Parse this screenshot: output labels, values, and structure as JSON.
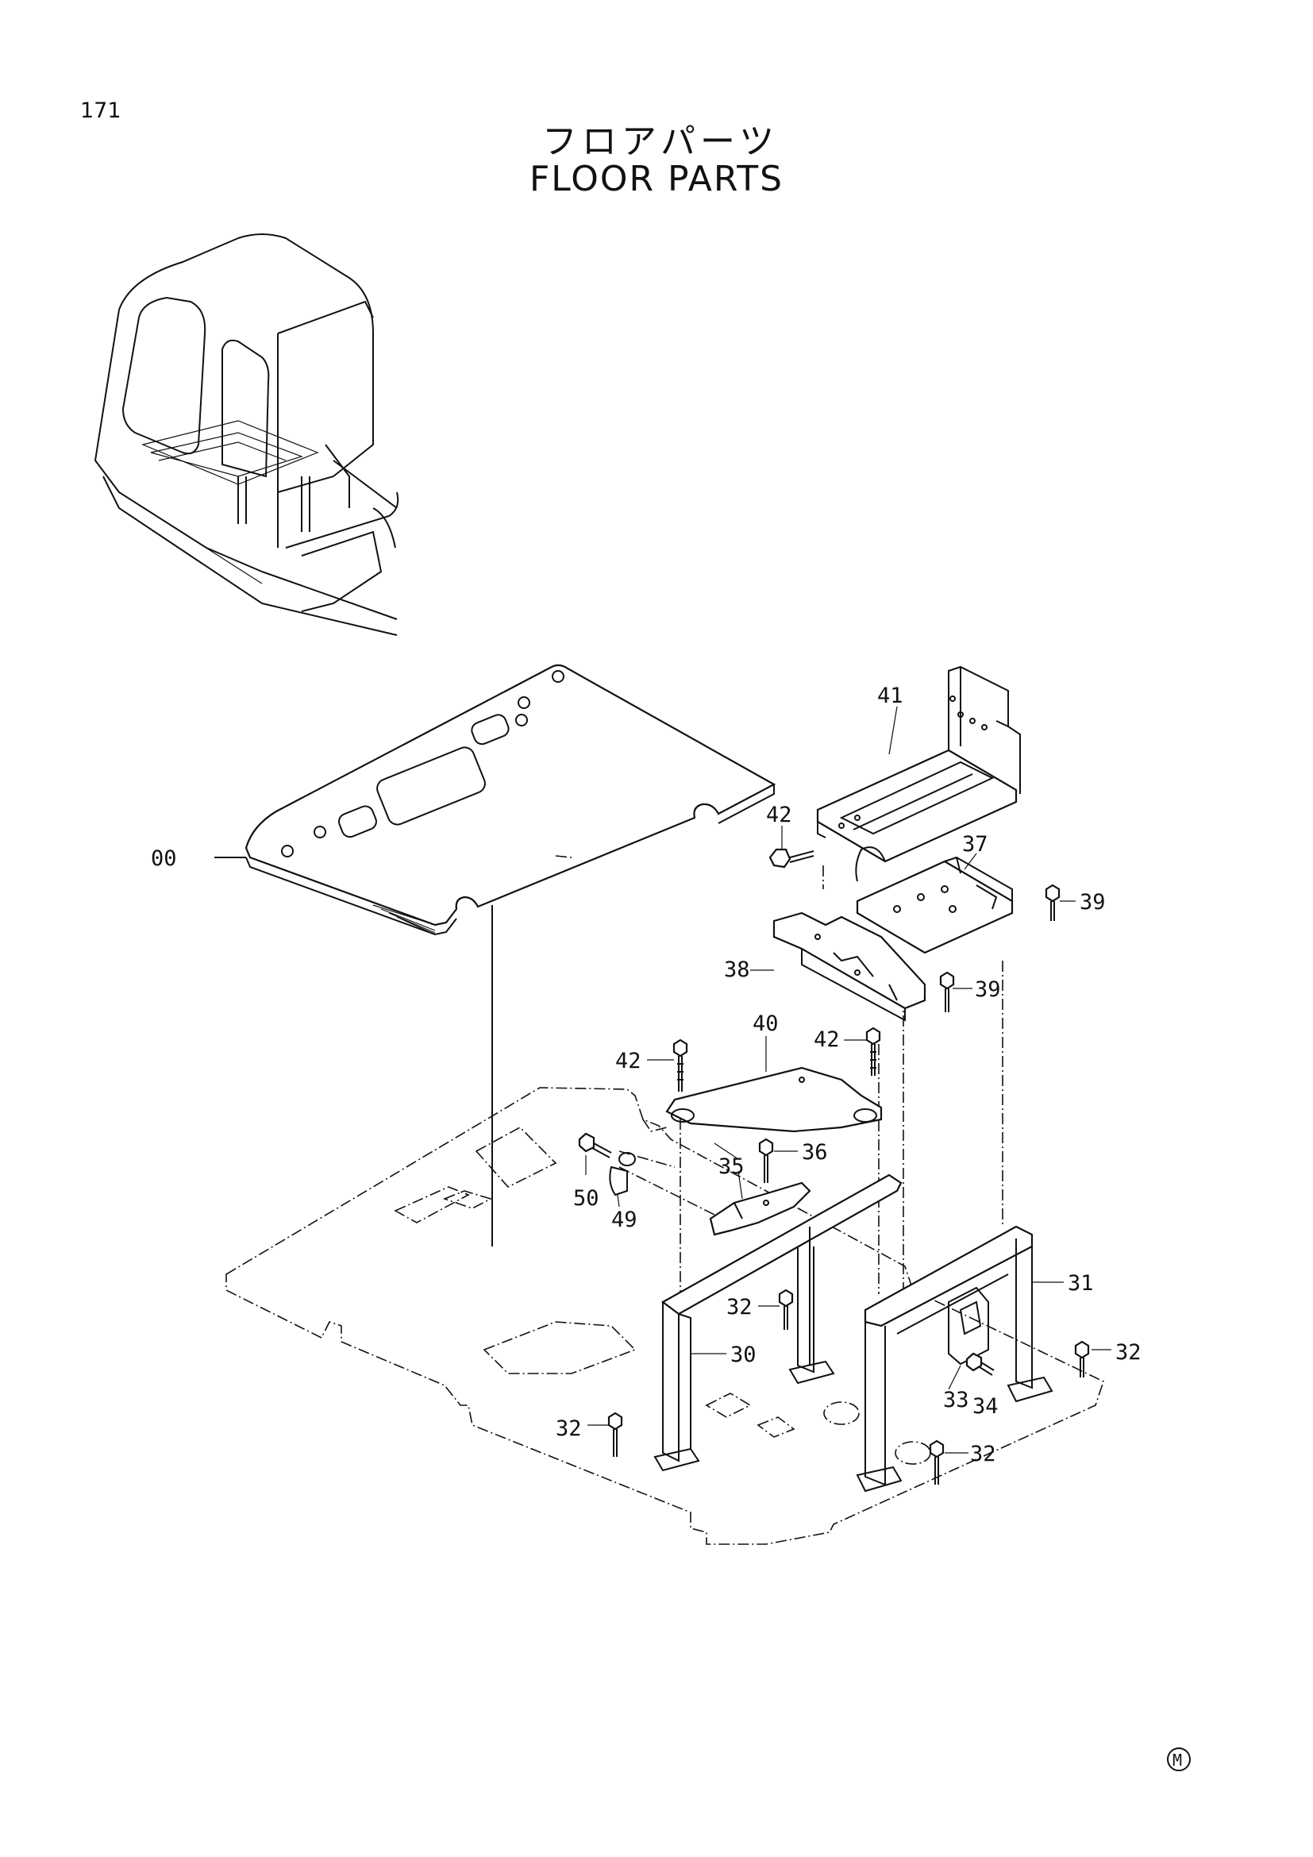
{
  "header": {
    "page_number": "171",
    "title_jp": "フロアパーツ",
    "title_en": "FLOOR PARTS"
  },
  "callouts": {
    "c00": "00",
    "c30": "30",
    "c31": "31",
    "c32a": "32",
    "c32b": "32",
    "c32c": "32",
    "c32d": "32",
    "c33": "33",
    "c34": "34",
    "c35": "35",
    "c36": "36",
    "c37": "37",
    "c38": "38",
    "c39a": "39",
    "c39b": "39",
    "c40": "40",
    "c41": "41",
    "c42a": "42",
    "c42b": "42",
    "c42c": "42",
    "c49": "49",
    "c50": "50"
  },
  "footer": {
    "mark": "M"
  }
}
